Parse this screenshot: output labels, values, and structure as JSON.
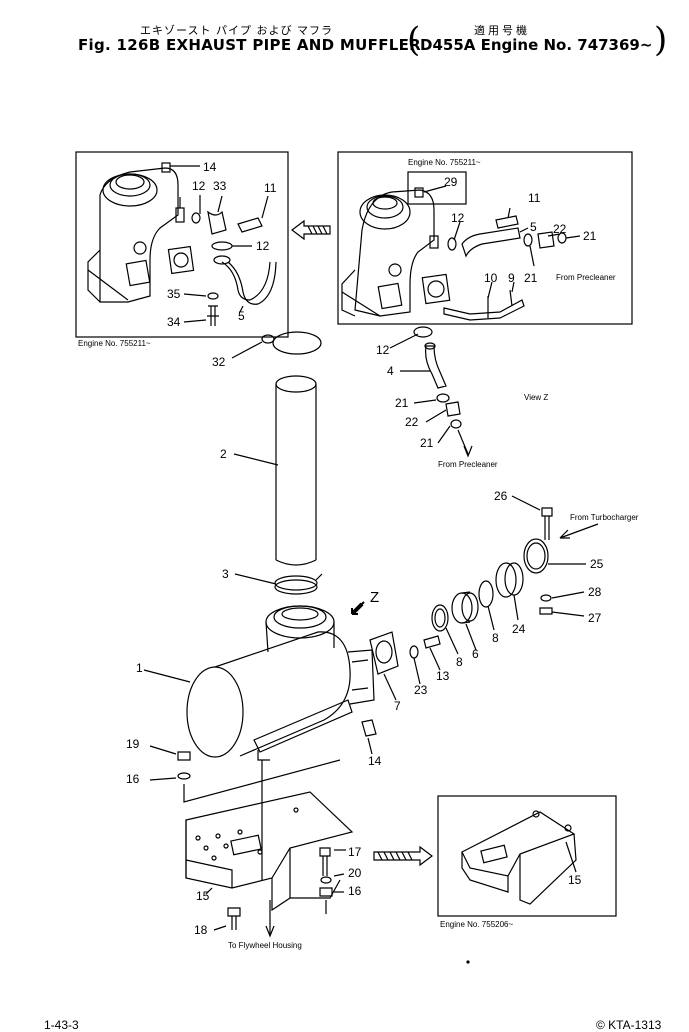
{
  "header": {
    "title_jp": "エキゾースト パイプ および マフラ",
    "applicability_jp": "適用号機",
    "fig_title": "Fig. 126B  EXHAUST PIPE AND MUFFLER",
    "model_serial": "D455A Engine No. 747369~",
    "paren_open": "(",
    "paren_close": ")"
  },
  "notes": {
    "engine_top_left": "Engine No. 755211~",
    "engine_top_right": "Engine No. 755211~",
    "engine_bottom_right": "Engine No. 755206~",
    "from_precleaner_1": "From Precleaner",
    "from_precleaner_2": "From Precleaner",
    "view_z": "View Z",
    "from_turbocharger": "From Turbocharger",
    "to_flywheel": "To Flywheel Housing",
    "z_marker": "Z"
  },
  "callouts": {
    "tl_14": "14",
    "tl_12": "12",
    "tl_33": "33",
    "tl_11": "11",
    "tl_12b": "12",
    "tl_35": "35",
    "tl_34": "34",
    "tl_5": "5",
    "tr_29": "29",
    "tr_11": "11",
    "tr_12": "12",
    "tr_5": "5",
    "tr_22": "22",
    "tr_21": "21",
    "tr_21b": "21",
    "tr_10": "10",
    "tr_9": "9",
    "m_32": "32",
    "m_12": "12",
    "m_4": "4",
    "m_21": "21",
    "m_22": "22",
    "m_21b": "21",
    "m_2": "2",
    "m_3": "3",
    "m_26": "26",
    "m_25": "25",
    "m_28": "28",
    "m_27": "27",
    "m_24": "24",
    "m_8": "8",
    "m_6": "6",
    "m_8b": "8",
    "m_13": "13",
    "m_23": "23",
    "m_7": "7",
    "m_1": "1",
    "m_14": "14",
    "m_19": "19",
    "m_16": "16",
    "b_17": "17",
    "b_20": "20",
    "b_16": "16",
    "b_15": "15",
    "b_18": "18",
    "br_15": "15"
  },
  "footer": {
    "page_left": "1-43-3",
    "page_right": "© KTA-1313"
  }
}
